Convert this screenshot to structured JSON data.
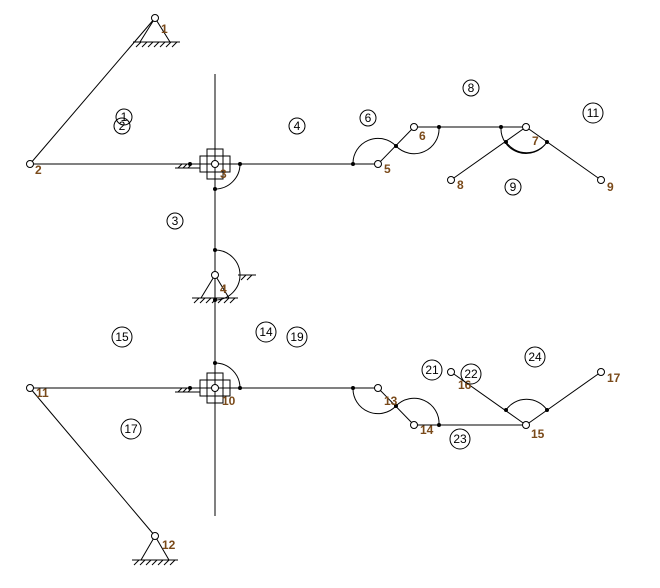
{
  "diagram": {
    "node_labels": {
      "n1": "1",
      "n2": "2",
      "n3": "3",
      "n4": "4",
      "n5": "5",
      "n6": "6",
      "n7": "7",
      "n8": "8",
      "n9": "9",
      "n10": "10",
      "n11": "11",
      "n12": "12",
      "n13": "13",
      "n14": "14",
      "n15": "15",
      "n16": "16",
      "n17": "17"
    },
    "element_labels": {
      "e1": "1",
      "e2": "2",
      "e3": "3",
      "e4": "4",
      "e6": "6",
      "e8": "8",
      "e9": "9",
      "e11": "11",
      "e14": "14",
      "e15": "15",
      "e17": "17",
      "e19": "19",
      "e21": "21",
      "e22": "22",
      "e23": "23",
      "e24": "24"
    }
  }
}
